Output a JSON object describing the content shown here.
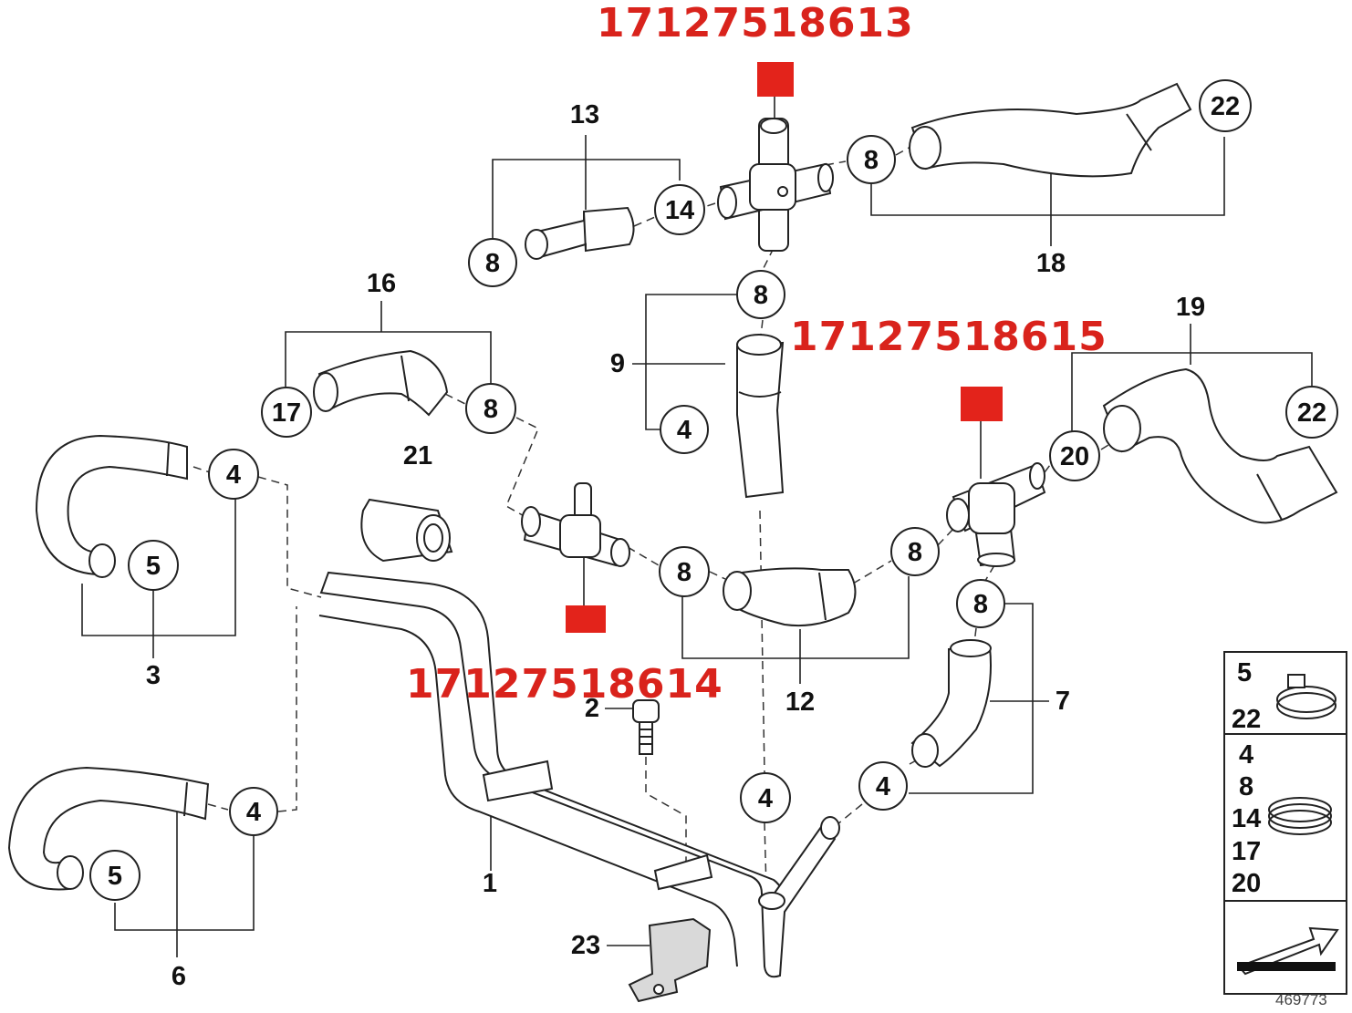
{
  "part_numbers": [
    {
      "id": "pn-17127518613",
      "text": "17127518613"
    },
    {
      "id": "pn-17127518615",
      "text": "17127518615"
    },
    {
      "id": "pn-17127518614",
      "text": "17127518614"
    }
  ],
  "callouts": [
    {
      "id": "c8a",
      "label": "8"
    },
    {
      "id": "c14",
      "label": "14"
    },
    {
      "id": "c8b",
      "label": "8"
    },
    {
      "id": "c22a",
      "label": "22"
    },
    {
      "id": "c8c",
      "label": "8"
    },
    {
      "id": "c4a",
      "label": "4"
    },
    {
      "id": "c17",
      "label": "17"
    },
    {
      "id": "c8d",
      "label": "8"
    },
    {
      "id": "c4b",
      "label": "4"
    },
    {
      "id": "c5a",
      "label": "5"
    },
    {
      "id": "c8e",
      "label": "8"
    },
    {
      "id": "c8f",
      "label": "8"
    },
    {
      "id": "c20",
      "label": "20"
    },
    {
      "id": "c22b",
      "label": "22"
    },
    {
      "id": "c8g",
      "label": "8"
    },
    {
      "id": "c4c",
      "label": "4"
    },
    {
      "id": "c4d",
      "label": "4"
    },
    {
      "id": "c4e",
      "label": "4"
    },
    {
      "id": "c5b",
      "label": "5"
    }
  ],
  "plain_labels": [
    {
      "id": "l13",
      "label": "13"
    },
    {
      "id": "l18",
      "label": "18"
    },
    {
      "id": "l16",
      "label": "16"
    },
    {
      "id": "l9",
      "label": "9"
    },
    {
      "id": "l19",
      "label": "19"
    },
    {
      "id": "l21",
      "label": "21"
    },
    {
      "id": "l3",
      "label": "3"
    },
    {
      "id": "l12",
      "label": "12"
    },
    {
      "id": "l7",
      "label": "7"
    },
    {
      "id": "l2",
      "label": "2"
    },
    {
      "id": "l1",
      "label": "1"
    },
    {
      "id": "l6",
      "label": "6"
    },
    {
      "id": "l23",
      "label": "23"
    }
  ],
  "legend": {
    "group1": [
      "5",
      "22"
    ],
    "group2": [
      "4",
      "8",
      "14",
      "17",
      "20"
    ]
  },
  "diagram_code": "469773",
  "colors": {
    "part_number": "#d9231c",
    "marker": "#e3231b",
    "line": "#222222"
  }
}
